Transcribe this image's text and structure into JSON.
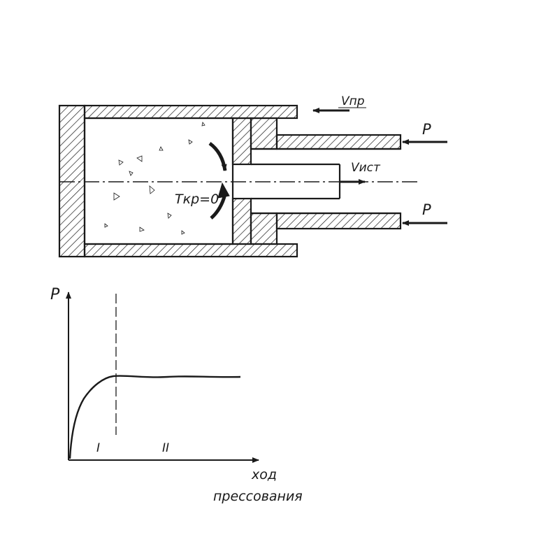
{
  "diagram": {
    "labels": {
      "v_pr": "Vпр",
      "v_ist": "Vист",
      "p_top": "P",
      "p_bottom": "P",
      "t_kr": "Tкр=0"
    }
  },
  "graph": {
    "y_label": "P",
    "x_label_line1": "ход",
    "x_label_line2": "прессования",
    "zone_1": "I",
    "zone_2": "II"
  },
  "colors": {
    "ink": "#1a1a1a",
    "background": "#ffffff"
  }
}
